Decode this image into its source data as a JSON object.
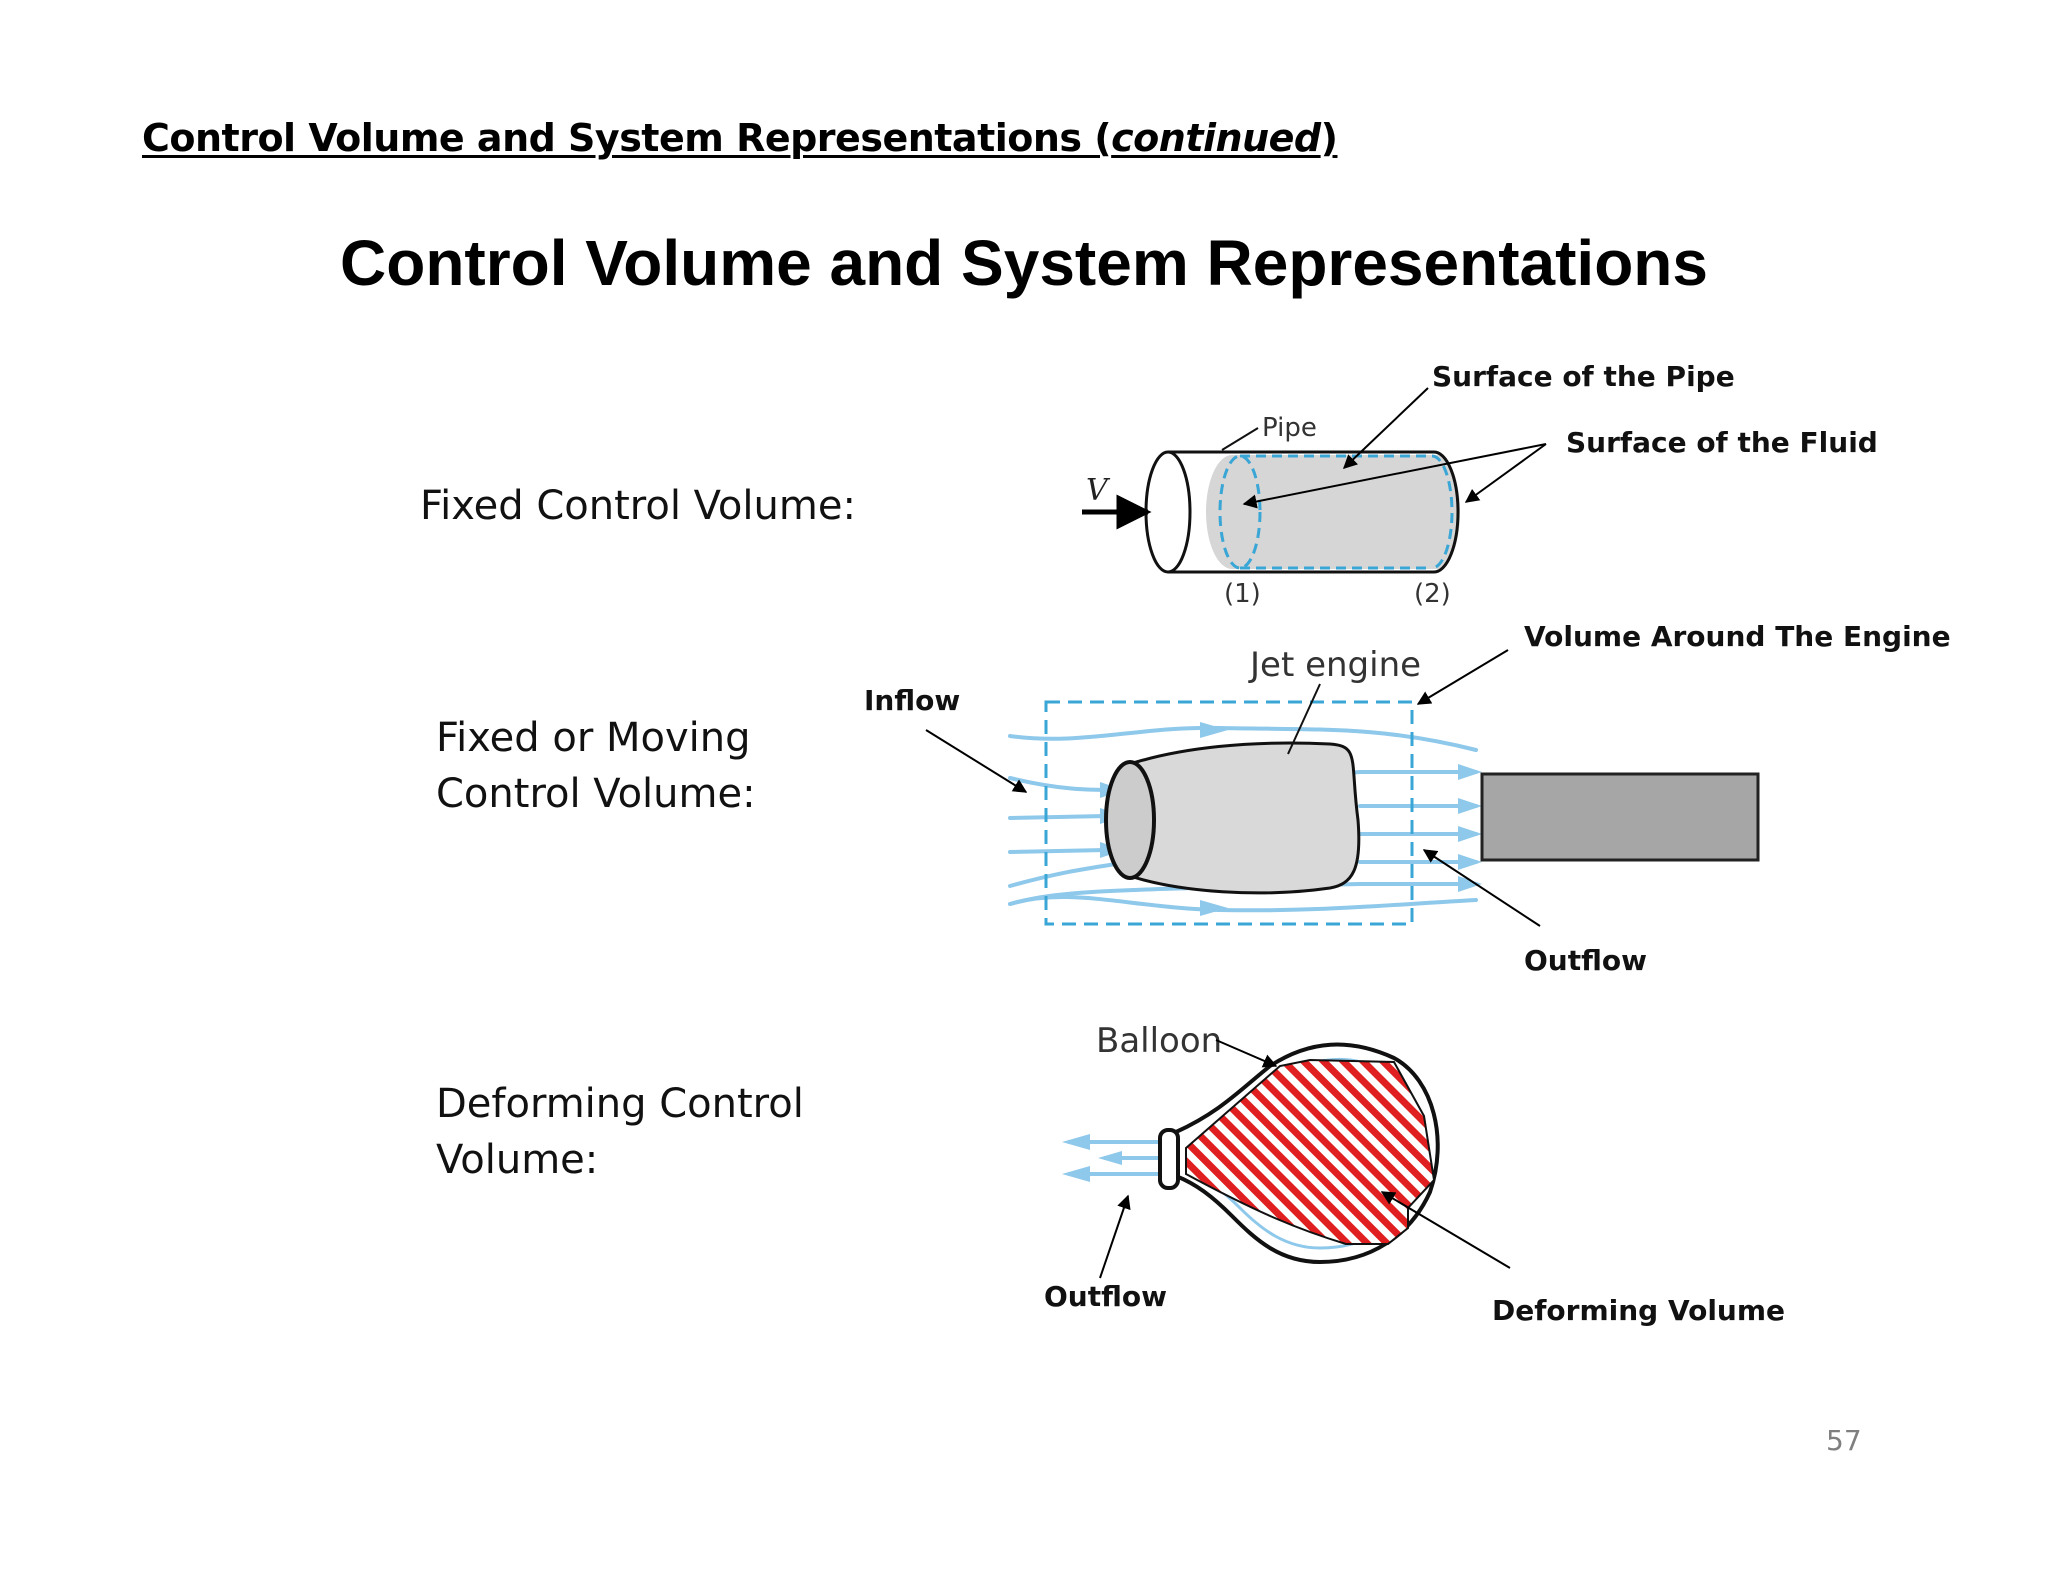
{
  "header": {
    "title_main": "Control Volume and System Representations (",
    "title_italic": "continued",
    "title_end": ")"
  },
  "main_title": "Control Volume and System Representations",
  "rows": {
    "fixed": {
      "label": "Fixed Control Volume:"
    },
    "moving": {
      "label_line1": "Fixed or Moving",
      "label_line2": "Control Volume:"
    },
    "deforming": {
      "label_line1": "Deforming Control",
      "label_line2": "Volume:"
    }
  },
  "figures": {
    "pipe": {
      "label_pipe": "Pipe",
      "label_v": "V",
      "label_section1": "(1)",
      "label_section2": "(2)",
      "callout_surface_pipe": "Surface of the Pipe",
      "callout_surface_fluid": "Surface of the Fluid"
    },
    "jet": {
      "label_jet_engine": "Jet engine",
      "callout_volume": "Volume Around The Engine",
      "callout_inflow": "Inflow",
      "callout_outflow": "Outflow"
    },
    "balloon": {
      "label_balloon": "Balloon",
      "callout_outflow": "Outflow",
      "callout_deforming": "Deforming Volume"
    }
  },
  "colors": {
    "flow_blue": "#8ec8ea",
    "dashed_blue": "#3aa6d6",
    "fluid_gray": "#d6d6d6",
    "engine_gray": "#d9d9d9",
    "block_gray": "#a6a6a6",
    "hatch_red": "#e02020"
  },
  "page_number": "57"
}
